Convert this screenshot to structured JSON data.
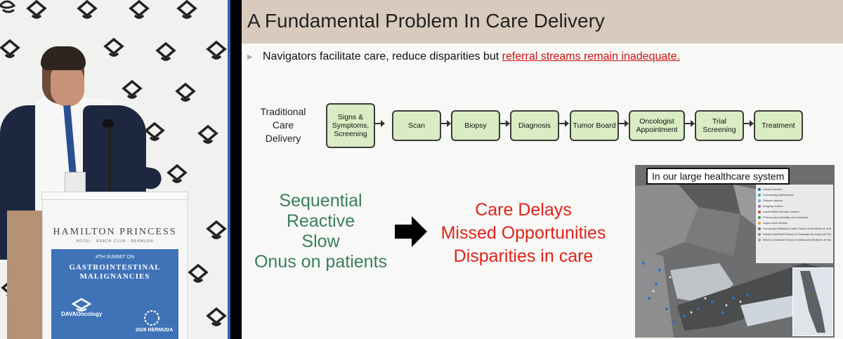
{
  "camera": {
    "podium_brand": "HAMILTON PRINCESS",
    "podium_brand_sub": "HOTEL · BEACH CLUB · BERMUDA",
    "banner_line1": "4TH SUMMIT ON",
    "banner_line2": "GASTROINTESTINAL",
    "banner_line3": "MALIGNANCIES",
    "banner_sponsor": "DAVAOncology",
    "banner_event": "2026 BERMUDA"
  },
  "slide": {
    "title": "A Fundamental Problem In Care Delivery",
    "bullet_text": "Navigators facilitate care, reduce disparities but ",
    "bullet_link": "referral streams remain inadequate.",
    "flow_label": [
      "Traditional",
      "Care",
      "Delivery"
    ],
    "flow_steps": [
      "Signs & Symptoms, Screening",
      "Scan",
      "Biopsy",
      "Diagnosis",
      "Tumor Board",
      "Oncologist Appointment",
      "Trial Screening",
      "Treatment"
    ],
    "green_items": [
      "Sequential",
      "Reactive",
      "Slow",
      "Onus on patients"
    ],
    "red_items": [
      "Care Delays",
      "Missed Opportunities",
      "Disparities in care"
    ],
    "map_title": "In our large healthcare system",
    "legend": [
      {
        "label": "Cancer centers",
        "color": "#1f5fb3"
      },
      {
        "label": "Community partnerships",
        "color": "#2aa8a1"
      },
      {
        "label": "Dialysis centers",
        "color": "#7aa6d8"
      },
      {
        "label": "Imaging centers",
        "color": "#9c6bb3"
      },
      {
        "label": "Labs/Patient Service Centers",
        "color": "#c94b3c"
      },
      {
        "label": "Primary and specialty care locations",
        "color": "#4b8c5a"
      },
      {
        "label": "Urgent care centers",
        "color": "#e39a2e"
      },
      {
        "label": "Donald and Barbara Zucker School of Medicine at Hofstra/Northwell",
        "color": "#6d6e70"
      },
      {
        "label": "Hofstra Northwell School of Graduate Nursing and Physician Assistant Studies",
        "color": "#8a8a8a"
      },
      {
        "label": "Elmezzi Graduate School of Molecular Medicine at Northwell Health",
        "color": "#9a9a9a"
      }
    ]
  }
}
